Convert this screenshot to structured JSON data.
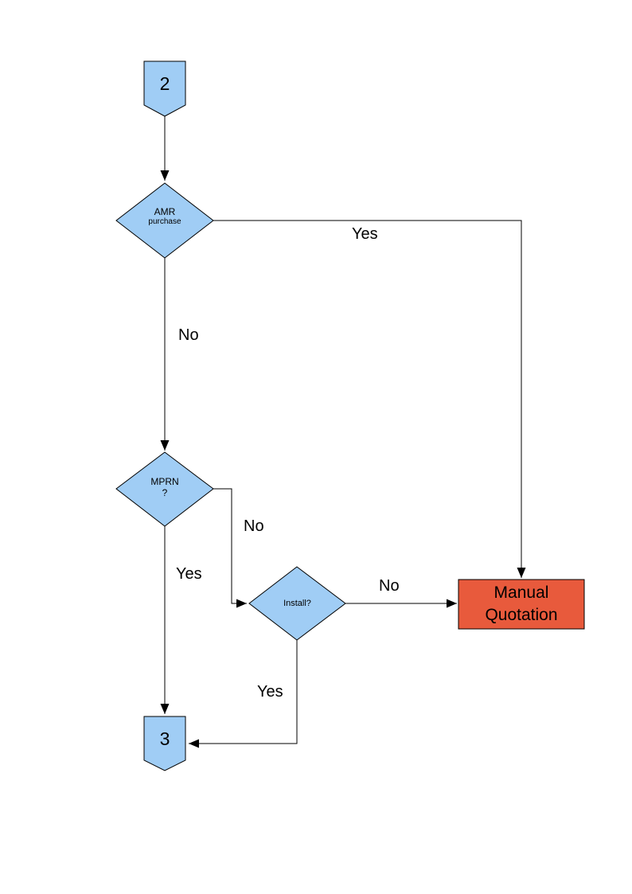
{
  "flowchart": {
    "colors": {
      "node_fill": "#A0CDF5",
      "alert_fill": "#E85A3C",
      "outline": "#000000"
    },
    "nodes": {
      "connector_2": {
        "label": "2"
      },
      "amr_purchase": {
        "line1": "AMR",
        "line2": "purchase"
      },
      "mprn": {
        "line1": "MPRN",
        "line2": "?"
      },
      "install": {
        "label": "Install?"
      },
      "manual_quotation": {
        "line1": "Manual",
        "line2": "Quotation"
      },
      "connector_3": {
        "label": "3"
      }
    },
    "edges": {
      "amr_yes_label": "Yes",
      "amr_no_label": "No",
      "mprn_no_label": "No",
      "mprn_yes_label": "Yes",
      "install_no_label": "No",
      "install_yes_label": "Yes"
    }
  }
}
